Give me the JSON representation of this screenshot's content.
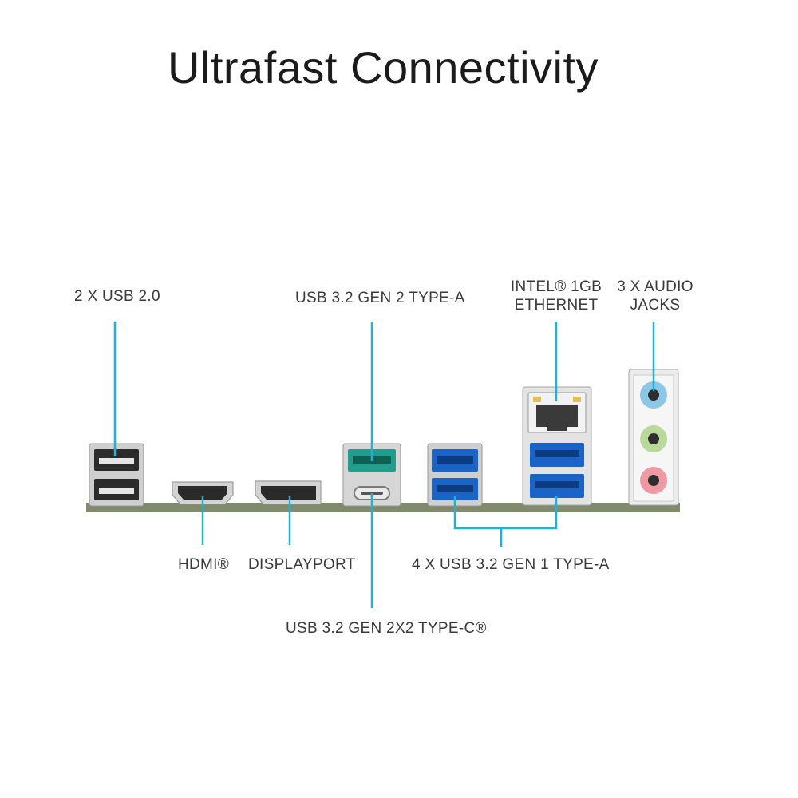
{
  "title": "Ultrafast Connectivity",
  "labels": {
    "usb20": "2 X USB 2.0",
    "usb_gen2_a": "USB 3.2 GEN 2 TYPE-A",
    "ethernet_line1": "INTEL® 1GB",
    "ethernet_line2": "ETHERNET",
    "audio_line1": "3 X AUDIO",
    "audio_line2": "JACKS",
    "hdmi": "HDMI®",
    "displayport": "DISPLAYPORT",
    "usb_gen1_a": "4 X USB 3.2 GEN 1 TYPE-A",
    "usb_gen2x2_c": "USB 3.2 GEN 2X2 TYPE-C®"
  },
  "colors": {
    "leader": "#1fb2d8",
    "board": "#7f8b6c",
    "usb3_blue": "#1a64c8",
    "usb_gen2_teal": "#1f9e8e",
    "audio_blue": "#8cc7e6",
    "audio_green": "#b8d99a",
    "audio_pink": "#ef9aa3"
  }
}
